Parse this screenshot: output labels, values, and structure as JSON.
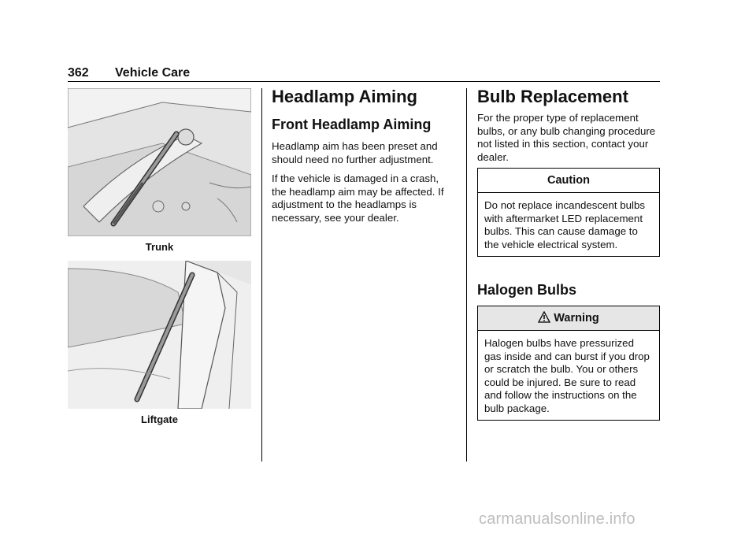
{
  "header": {
    "page_number": "362",
    "section": "Vehicle Care"
  },
  "figures": [
    {
      "caption": "Trunk"
    },
    {
      "caption": "Liftgate"
    }
  ],
  "headlamp": {
    "title": "Headlamp Aiming",
    "subtitle": "Front Headlamp Aiming",
    "paragraphs": [
      "Headlamp aim has been preset and should need no further adjustment.",
      "If the vehicle is damaged in a crash, the headlamp aim may be affected. If adjustment to the headlamps is necessary, see your dealer."
    ]
  },
  "bulb": {
    "title": "Bulb Replacement",
    "intro": "For the proper type of replacement bulbs, or any bulb changing procedure not listed in this section, contact your dealer.",
    "caution": {
      "label": "Caution",
      "text": "Do not replace incandescent bulbs with aftermarket LED replacement bulbs. This can cause damage to the vehicle electrical system."
    },
    "halogen_title": "Halogen Bulbs",
    "warning": {
      "icon": "warning-triangle-icon",
      "label": "Warning",
      "text": "Halogen bulbs have pressurized gas inside and can burst if you drop or scratch the bulb. You or others could be injured. Be sure to read and follow the instructions on the bulb package."
    }
  },
  "watermark": "carmanualsonline.info"
}
